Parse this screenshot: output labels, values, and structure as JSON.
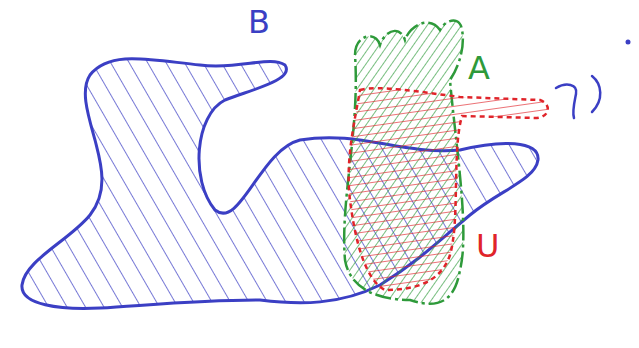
{
  "diagram": {
    "labels": [
      "B",
      "A",
      "U"
    ]
  }
}
